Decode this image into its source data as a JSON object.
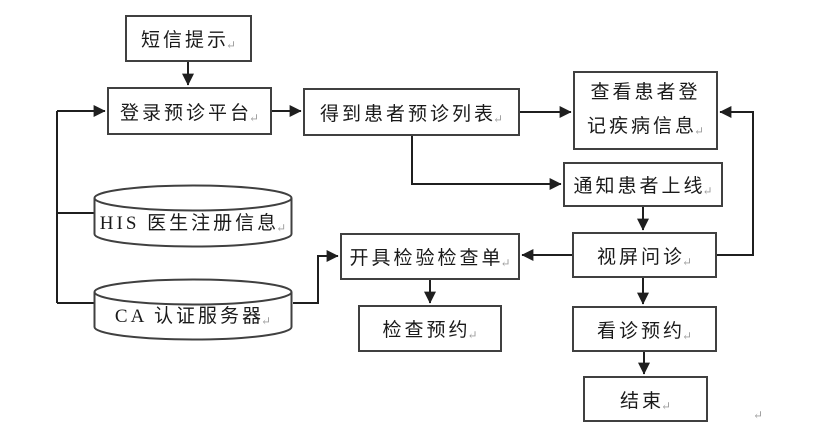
{
  "diagram": {
    "return_mark": "↵",
    "colors": {
      "background": "#ffffff",
      "box_border": "#404040",
      "line": "#1f1f1f",
      "text": "#1a1a1a",
      "return_mark": "#9f9f9f"
    },
    "nodes": {
      "sms": {
        "label": "短信提示",
        "shape": "rect"
      },
      "login": {
        "label": "登录预诊平台",
        "shape": "rect"
      },
      "patient_list": {
        "label": "得到患者预诊列表",
        "shape": "rect"
      },
      "view_info": {
        "line1": "查看患者登",
        "line2": "记疾病信息",
        "shape": "rect"
      },
      "notify_online": {
        "label": "通知患者上线",
        "shape": "rect"
      },
      "video_consult": {
        "label": "视屏问诊",
        "shape": "rect"
      },
      "consult_booking": {
        "label": "看诊预约",
        "shape": "rect"
      },
      "end": {
        "label": "结束",
        "shape": "rect"
      },
      "issue_order": {
        "label": "开具检验检查单",
        "shape": "rect"
      },
      "exam_booking": {
        "label": "检查预约",
        "shape": "rect"
      },
      "his_db": {
        "label": "HIS 医生注册信息",
        "shape": "cylinder"
      },
      "ca_server": {
        "label": "CA 认证服务器",
        "shape": "cylinder"
      }
    },
    "edges": [
      "sms -> login",
      "his_db/ca_server -> login",
      "login -> patient_list",
      "patient_list -> view_info",
      "patient_list -> notify_online",
      "notify_online -> video_consult",
      "video_consult -> view_info",
      "video_consult -> issue_order",
      "ca_server -> issue_order",
      "issue_order -> exam_booking",
      "video_consult -> consult_booking",
      "consult_booking -> end"
    ]
  }
}
